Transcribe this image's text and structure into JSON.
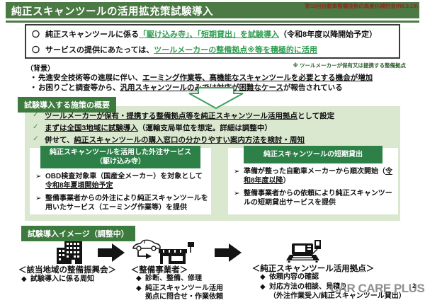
{
  "header": {
    "title": "純正スキャンツールの活用拡充策試験導入",
    "meeting": "第32回自動車整備技術の高度化検討会(R8.3.19)"
  },
  "summary": {
    "bullet_glyph": "〇",
    "items": [
      {
        "pre": "純正スキャンツールに係る",
        "green": "「駆け込み寺」、「短期貸出」を試験導入",
        "post": "（令和8年度以降開始予定）"
      },
      {
        "pre": "サービスの提供にあたっては、",
        "green": "ツールメーカーの整備拠点※等を積極的に活用",
        "post": ""
      }
    ]
  },
  "note": "※ ツールメーカーが保有又は提携する整備拠点",
  "background": {
    "heading": "（背景）",
    "bullet_glyph": "・",
    "items": [
      {
        "pre": "先進安全技術等の進展に伴い、",
        "underline": "エーミング作業等、高機能なスキャンツールを必要とする機会が増加",
        "post": ""
      },
      {
        "pre": "お困りごと調査等から、",
        "underline": "汎用スキャンツールのみでは対応が困難なケース",
        "post": "が報告されている"
      }
    ]
  },
  "measures": {
    "heading": "試験導入する施策の概要",
    "check_glyph": "✓",
    "checklist": [
      {
        "pre": "",
        "underline": "ツールメーカーが保有・提携する整備拠点等を純正スキャンツール活用拠点",
        "post": "として設定"
      },
      {
        "pre": "",
        "underline": "まずは全国3地域に試験導入",
        "post": "（運輸支局単位を想定。詳細は調整中）"
      },
      {
        "pre": "併せて、",
        "underline": "純正スキャンツールの購入窓口の分かりやすい案内方法を検討・周知",
        "post": ""
      }
    ],
    "card_bullet_glyph": "➢",
    "cards": [
      {
        "title": "純正スキャンツールを活用した外注サービス（駆け込み寺）",
        "items": [
          {
            "pre": "OBD検査対象車（国産全メーカー）を対象として",
            "underline": "令和8年夏頃開始予定",
            "post": ""
          },
          {
            "pre": "整備事業者からの外注により純正スキャンツールを用いたサービス（エーミング作業等）を提供",
            "underline": "",
            "post": ""
          }
        ]
      },
      {
        "title": "純正スキャンツールの短期貸出",
        "items": [
          {
            "pre": "準備が整った自動車メーカーから順次開始（",
            "underline": "令和8年度以降",
            "post": "）"
          },
          {
            "pre": "整備事業者からの依頼により純正スキャンツールの短期貸出サービスを提供",
            "underline": "",
            "post": ""
          }
        ]
      }
    ]
  },
  "flow": {
    "heading": "試験導入イメージ（調整中）",
    "bullet_glyph": "◆",
    "steps": [
      {
        "label": "＜該当地域の整備振興会＞",
        "icon": "building-icon",
        "bullets": [
          "試験導入に係る周知"
        ]
      },
      {
        "label": "＜整備事業者＞",
        "icon": "car-and-shop-icon",
        "bullets": [
          "診断、整備、修理",
          "純正スキャンツール活用拠点に問合せ・作業依頼"
        ]
      },
      {
        "label": "＜純正スキャンツール活用拠点＞",
        "icon": "scan-tool-icon",
        "bullets": [
          "依頼内容の確認",
          "対応方法の相談、見積り",
          "（外注作業受入/純正スキャンツール貸出）"
        ]
      }
    ]
  },
  "footer": {
    "watermark": "CAR CARE PLUS",
    "page_number": "2"
  },
  "colors": {
    "title_bar_green": "#4c7a45",
    "section_header_green": "#3c7a3d",
    "card_header_green": "#2e8049",
    "panel_light_green": "#dbe8d0",
    "accent_green_text": "#2f9e52",
    "meeting_red": "#8f2a20"
  }
}
